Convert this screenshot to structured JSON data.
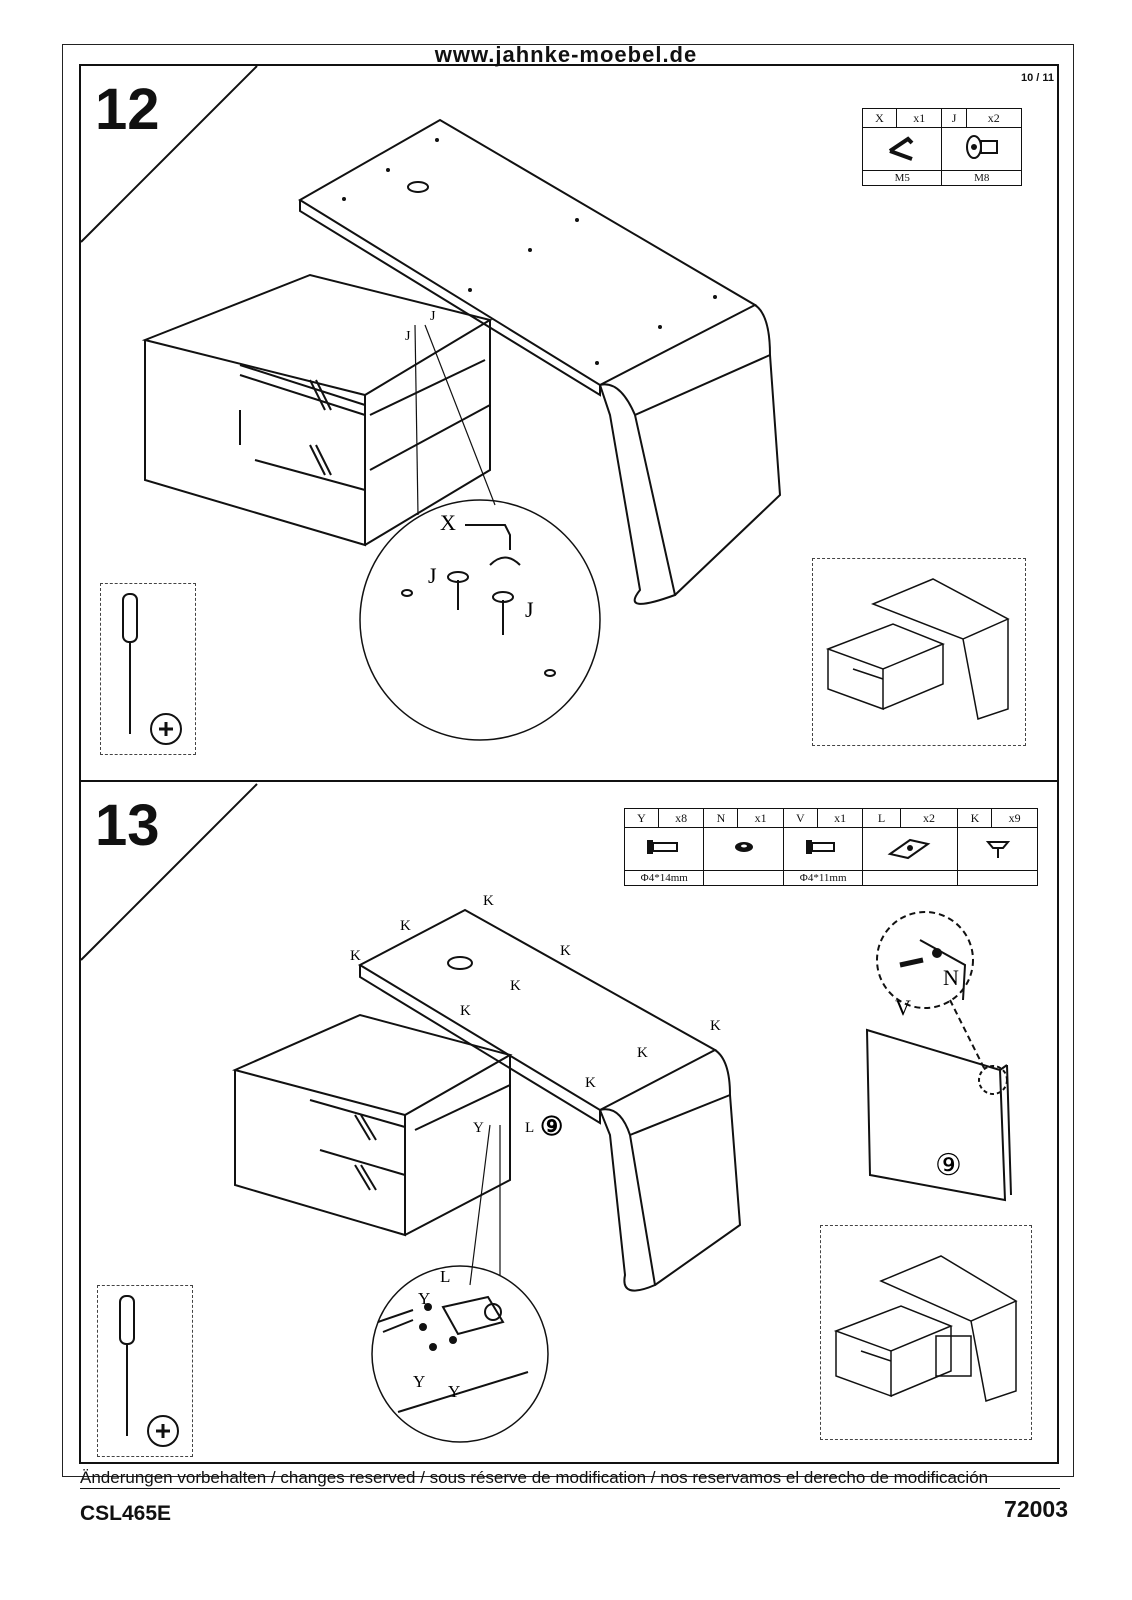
{
  "header": {
    "website": "www.jahnke-moebel.de",
    "page": "10 / 11"
  },
  "step12": {
    "number": "12",
    "parts": [
      {
        "letter": "X",
        "qty": "x1",
        "spec": "M5",
        "icon": "allen-key-icon"
      },
      {
        "letter": "J",
        "qty": "x2",
        "spec": "M8",
        "icon": "connector-bolt-icon"
      }
    ],
    "labels": {
      "j": "J",
      "x": "X"
    }
  },
  "step13": {
    "number": "13",
    "parts": [
      {
        "letter": "Y",
        "qty": "x8",
        "spec": "Φ4*14mm",
        "icon": "screw-icon"
      },
      {
        "letter": "N",
        "qty": "x1",
        "spec": "",
        "icon": "washer-icon"
      },
      {
        "letter": "V",
        "qty": "x1",
        "spec": "Φ4*11mm",
        "icon": "screw-icon"
      },
      {
        "letter": "L",
        "qty": "x2",
        "spec": "",
        "icon": "hinge-icon"
      },
      {
        "letter": "K",
        "qty": "x9",
        "spec": "",
        "icon": "glide-icon"
      }
    ],
    "labels": {
      "k": "K",
      "y": "Y",
      "l": "L",
      "n": "N",
      "v": "V",
      "panel": "⑨"
    }
  },
  "footer": {
    "disclaimer": "Änderungen vorbehalten / changes reserved / sous réserve de modification / nos reservamos el derecho de modificación",
    "model": "CSL465E",
    "code": "72003"
  }
}
